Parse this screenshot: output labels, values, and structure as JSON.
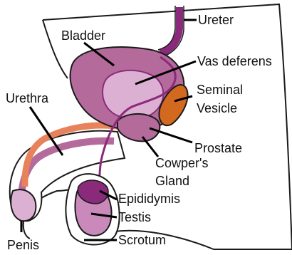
{
  "colors": {
    "outline": "#1a1a1a",
    "bladder_fill": "#b56a9c",
    "bladder_light": "#dcb0d2",
    "vesicle_fill": "#d2691e",
    "urethra_fill": "#e8825a",
    "testis_fill": "#8a2a7a",
    "testis_light": "#c98abb",
    "body_fill": "#ffffff"
  },
  "labels": {
    "ureter": "Ureter",
    "bladder": "Bladder",
    "vas_deferens": "Vas deferens",
    "urethra": "Urethra",
    "seminal_vesicle_1": "Seminal",
    "seminal_vesicle_2": "Vesicle",
    "prostate": "Prostate",
    "cowpers_gland_1": "Cowper's",
    "cowpers_gland_2": "Gland",
    "epididymis": "Epididymis",
    "testis": "Testis",
    "scrotum": "Scrotum",
    "penis": "Penis"
  }
}
